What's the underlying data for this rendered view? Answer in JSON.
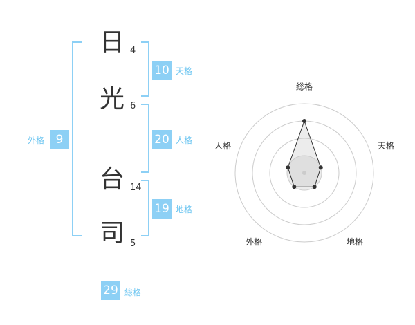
{
  "name": {
    "chars": [
      {
        "char": "日",
        "strokes": "4"
      },
      {
        "char": "光",
        "strokes": "6"
      },
      {
        "char": "台",
        "strokes": "14"
      },
      {
        "char": "司",
        "strokes": "5"
      }
    ]
  },
  "scores": {
    "tenkaku": {
      "value": "10",
      "label": "天格"
    },
    "jinkaku": {
      "value": "20",
      "label": "人格"
    },
    "chikaku": {
      "value": "19",
      "label": "地格"
    },
    "gaikaku": {
      "value": "9",
      "label": "外格"
    },
    "soukaku": {
      "value": "29",
      "label": "総格"
    }
  },
  "colors": {
    "accent": "#8dd0f5",
    "label": "#6ec6f1",
    "text": "#333333"
  },
  "chart_data": {
    "type": "radar",
    "axes": [
      "総格",
      "天格",
      "地格",
      "外格",
      "人格"
    ],
    "values": [
      0.75,
      0.25,
      0.25,
      0.25,
      0.25
    ],
    "rings": 4,
    "grid": true
  }
}
